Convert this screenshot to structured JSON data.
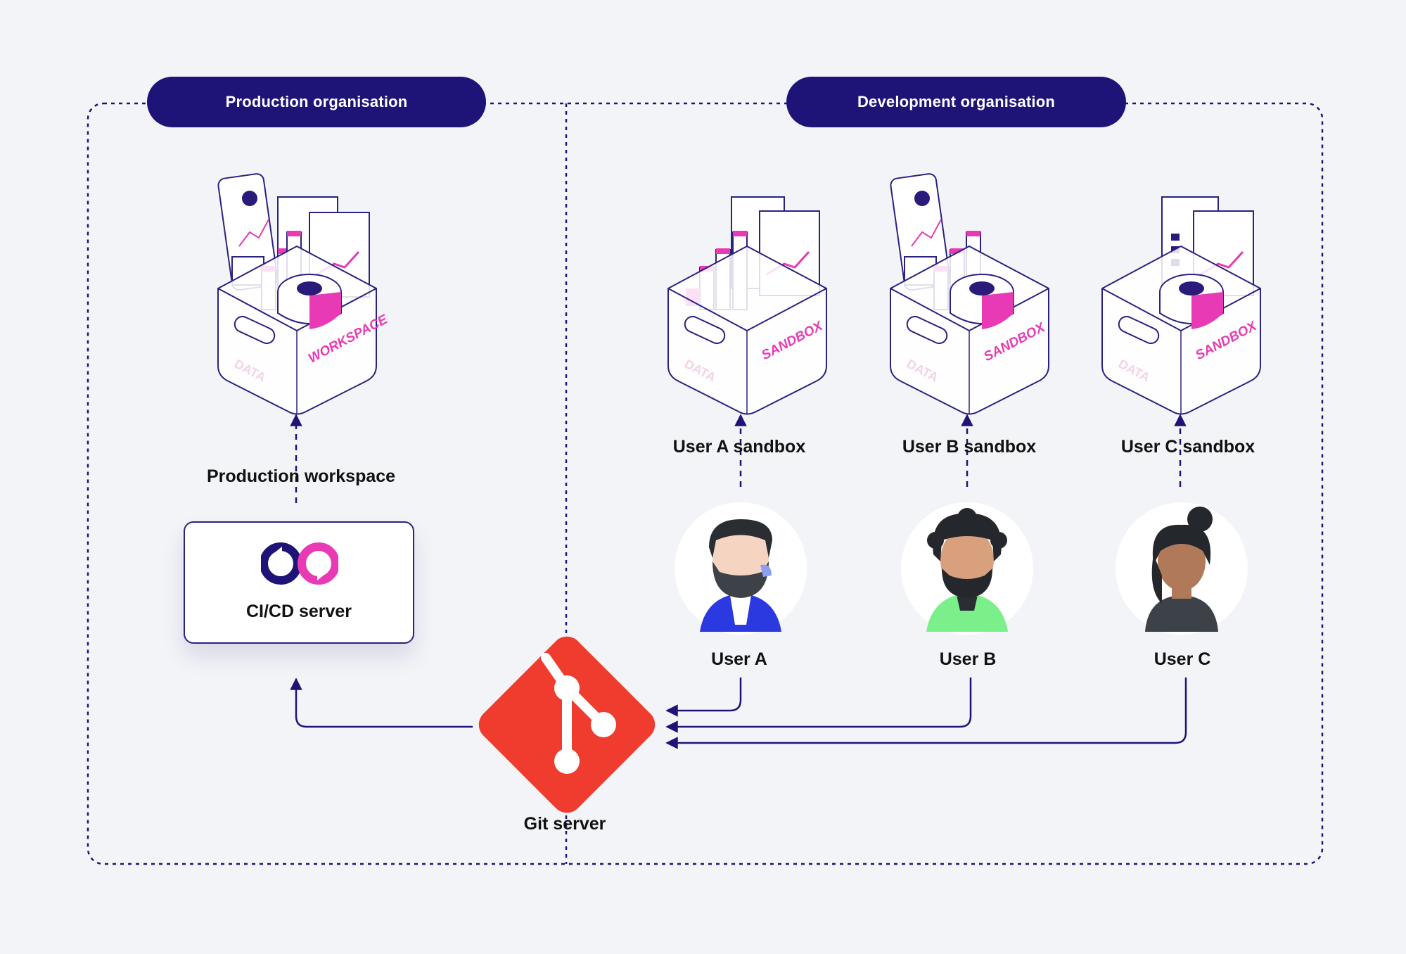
{
  "orgs": {
    "production": "Production organisation",
    "development": "Development organisation"
  },
  "boxes": {
    "workspace_tag": "WORKSPACE",
    "sandbox_tag": "SANDBOX",
    "data_tag": "DATA"
  },
  "labels": {
    "production_workspace": "Production workspace",
    "user_a_sandbox": "User A sandbox",
    "user_b_sandbox": "User B sandbox",
    "user_c_sandbox": "User C sandbox",
    "cicd_server": "CI/CD server",
    "user_a": "User A",
    "user_b": "User B",
    "user_c": "User C",
    "git_server": "Git server"
  },
  "colors": {
    "navy": "#1e1478",
    "magenta": "#e83ab4",
    "git_red": "#f03c2e",
    "background": "#f3f4f7"
  }
}
